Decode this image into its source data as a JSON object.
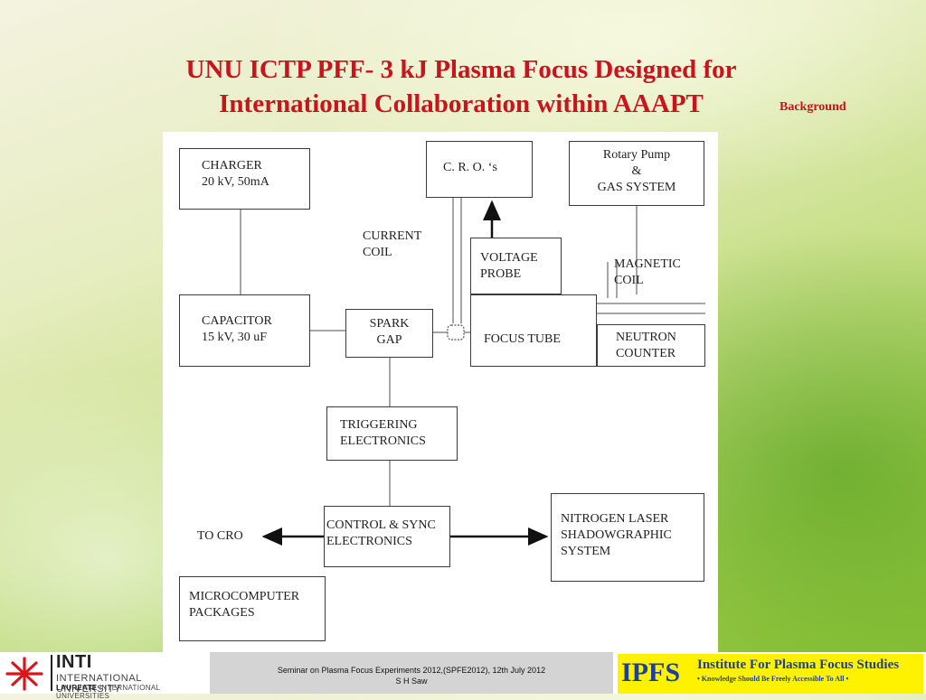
{
  "slide": {
    "title_line1": "UNU ICTP PFF- 3 kJ Plasma Focus Designed for",
    "title_line2": "International Collaboration within AAAPT",
    "subtitle": "Background"
  },
  "diagram": {
    "charger": [
      "CHARGER",
      "20 kV, 50mA"
    ],
    "cro": "C. R. O. ‘s",
    "rotary": [
      "Rotary Pump",
      "&",
      "GAS SYSTEM"
    ],
    "current_coil": [
      "CURRENT",
      "COIL"
    ],
    "voltage_probe": [
      "VOLTAGE",
      "PROBE"
    ],
    "magnetic_coil": [
      "MAGNETIC",
      "COIL"
    ],
    "capacitor": [
      "CAPACITOR",
      "15 kV, 30 uF"
    ],
    "spark_gap": [
      "SPARK",
      "GAP"
    ],
    "focus_tube": "FOCUS TUBE",
    "neutron_counter": [
      "NEUTRON",
      "COUNTER"
    ],
    "triggering": [
      "TRIGGERING",
      "ELECTRONICS"
    ],
    "control": [
      "CONTROL & SYNC",
      "ELECTRONICS"
    ],
    "to_cro": "TO CRO",
    "nitrogen": [
      "NITROGEN LASER",
      "SHADOWGRAPHIC",
      "SYSTEM"
    ],
    "microcomputer": [
      "MICROCOMPUTER",
      "PACKAGES"
    ]
  },
  "footer": {
    "inti_name": "INTI",
    "inti_line1": "INTERNATIONAL UNIVERSITY",
    "inti_line2_bold": "LAUREATE",
    "inti_line2_rest": "INTERNATIONAL UNIVERSITIES",
    "seminar_line1": "Seminar on Plasma Focus Experiments 2012,(SPFE2012), 12th July 2012",
    "seminar_line2": "S H Saw",
    "ipfs_logo": "IPFS",
    "ipfs_name": "Institute For Plasma Focus Studies",
    "ipfs_tagline": "• Knowledge Should Be Freely Accessible To All •"
  },
  "colors": {
    "title": "#c8141c",
    "ipfs_bg": "#fff200",
    "ipfs_text": "#1f3f9e",
    "inti_mark": "#d9141c"
  }
}
